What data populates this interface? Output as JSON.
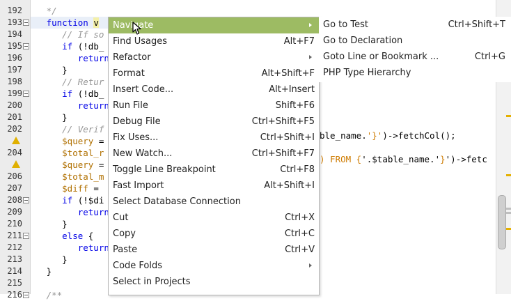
{
  "gutter": {
    "lines": [
      {
        "n": "192",
        "fold": false,
        "warn": false
      },
      {
        "n": "193",
        "fold": true,
        "warn": false
      },
      {
        "n": "194",
        "fold": false,
        "warn": false
      },
      {
        "n": "195",
        "fold": true,
        "warn": false
      },
      {
        "n": "196",
        "fold": false,
        "warn": false
      },
      {
        "n": "197",
        "fold": false,
        "warn": false
      },
      {
        "n": "198",
        "fold": false,
        "warn": false
      },
      {
        "n": "199",
        "fold": true,
        "warn": false
      },
      {
        "n": "200",
        "fold": false,
        "warn": false
      },
      {
        "n": "201",
        "fold": false,
        "warn": false
      },
      {
        "n": "202",
        "fold": false,
        "warn": false
      },
      {
        "n": "203",
        "fold": false,
        "warn": true
      },
      {
        "n": "204",
        "fold": false,
        "warn": false
      },
      {
        "n": "205",
        "fold": false,
        "warn": true
      },
      {
        "n": "206",
        "fold": false,
        "warn": false
      },
      {
        "n": "207",
        "fold": false,
        "warn": false
      },
      {
        "n": "208",
        "fold": true,
        "warn": false
      },
      {
        "n": "209",
        "fold": false,
        "warn": false
      },
      {
        "n": "210",
        "fold": false,
        "warn": false
      },
      {
        "n": "211",
        "fold": true,
        "warn": false
      },
      {
        "n": "212",
        "fold": false,
        "warn": false
      },
      {
        "n": "213",
        "fold": false,
        "warn": false
      },
      {
        "n": "214",
        "fold": false,
        "warn": false
      },
      {
        "n": "215",
        "fold": false,
        "warn": false
      },
      {
        "n": "216",
        "fold": true,
        "warn": false
      }
    ]
  },
  "code": {
    "l192": "   */",
    "l193_kw": "function",
    "l193_fn": "v",
    "l193_rest": "  ",
    "l194": "      // If so",
    "l195_kw": "if",
    "l195_rest": " (!db_",
    "l196_kw": "return",
    "l197": "      }",
    "l198": "      // Retur",
    "l199_kw": "if",
    "l199_rest": " (!db_",
    "l200_kw": "return",
    "l201": "      }",
    "l202": "      // Verif",
    "l203_var": "$query",
    "l203_rest": " =",
    "l204_var": "$total_r",
    "l205_var": "$query",
    "l205_rest": " =",
    "l206_var": "$total_m",
    "l207_var": "$diff",
    "l207_rest": " =",
    "l208_kw": "if",
    "l208_rest": " (!$di",
    "l209_kw": "return",
    "l210": "      }",
    "l211_kw": "else",
    "l211_rest": " {",
    "l212_kw": "return",
    "l213": "      }",
    "l214": "   }",
    "l216": "   /**",
    "snippet1_a": "ble_name.",
    "snippet1_b": "'}'",
    "snippet1_c": ")->fetchCol();",
    "snippet2_a": ") FROM {",
    "snippet2_b": "'.$table_name.'",
    "snippet2_c": "}",
    "snippet2_d": "')->fetc"
  },
  "menu": {
    "items": [
      {
        "label": "Navigate",
        "shortcut": "",
        "submenu": true,
        "active": true
      },
      {
        "label": "Find Usages",
        "shortcut": "Alt+F7",
        "submenu": false
      },
      {
        "label": "Refactor",
        "shortcut": "",
        "submenu": true
      },
      {
        "label": "Format",
        "shortcut": "Alt+Shift+F",
        "submenu": false
      },
      {
        "label": "Insert Code...",
        "shortcut": "Alt+Insert",
        "submenu": false
      },
      {
        "label": "Run File",
        "shortcut": "Shift+F6",
        "submenu": false
      },
      {
        "label": "Debug File",
        "shortcut": "Ctrl+Shift+F5",
        "submenu": false
      },
      {
        "label": "Fix Uses...",
        "shortcut": "Ctrl+Shift+I",
        "submenu": false
      },
      {
        "label": "New Watch...",
        "shortcut": "Ctrl+Shift+F7",
        "submenu": false
      },
      {
        "label": "Toggle Line Breakpoint",
        "shortcut": "Ctrl+F8",
        "submenu": false
      },
      {
        "label": "Fast Import",
        "shortcut": "Alt+Shift+I",
        "submenu": false
      },
      {
        "label": "Select Database Connection",
        "shortcut": "",
        "submenu": false
      },
      {
        "label": "Cut",
        "shortcut": "Ctrl+X",
        "submenu": false
      },
      {
        "label": "Copy",
        "shortcut": "Ctrl+C",
        "submenu": false
      },
      {
        "label": "Paste",
        "shortcut": "Ctrl+V",
        "submenu": false
      },
      {
        "label": "Code Folds",
        "shortcut": "",
        "submenu": true
      },
      {
        "label": "Select in Projects",
        "shortcut": "",
        "submenu": false
      }
    ]
  },
  "submenu": {
    "items": [
      {
        "label": "Go to Test",
        "shortcut": "Ctrl+Shift+T"
      },
      {
        "label": "Go to Declaration",
        "shortcut": ""
      },
      {
        "label": "Goto Line or Bookmark ...",
        "shortcut": "Ctrl+G"
      },
      {
        "label": "PHP Type Hierarchy",
        "shortcut": ""
      }
    ]
  },
  "colors": {
    "menu_active": "#9dbb63",
    "keyword": "#0000e6",
    "variable": "#b07000",
    "comment": "#969696",
    "warning": "#e0b000"
  }
}
